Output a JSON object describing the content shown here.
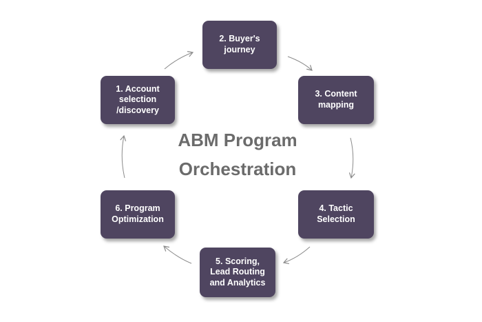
{
  "diagram": {
    "center_title": {
      "line1": "ABM Program",
      "line2": "Orchestration"
    },
    "steps": [
      {
        "label": "1. Account\nselection\n/discovery"
      },
      {
        "label": "2. Buyer's\njourney"
      },
      {
        "label": "3. Content\nmapping"
      },
      {
        "label": "4. Tactic\nSelection"
      },
      {
        "label": "5.  Scoring,\nLead Routing\nand Analytics"
      },
      {
        "label": "6. Program\nOptimization"
      }
    ],
    "colors": {
      "node_fill": "#4f4560",
      "node_text": "#ffffff",
      "title_text": "#6b6b6b",
      "arrow": "#8a8a8a"
    }
  }
}
